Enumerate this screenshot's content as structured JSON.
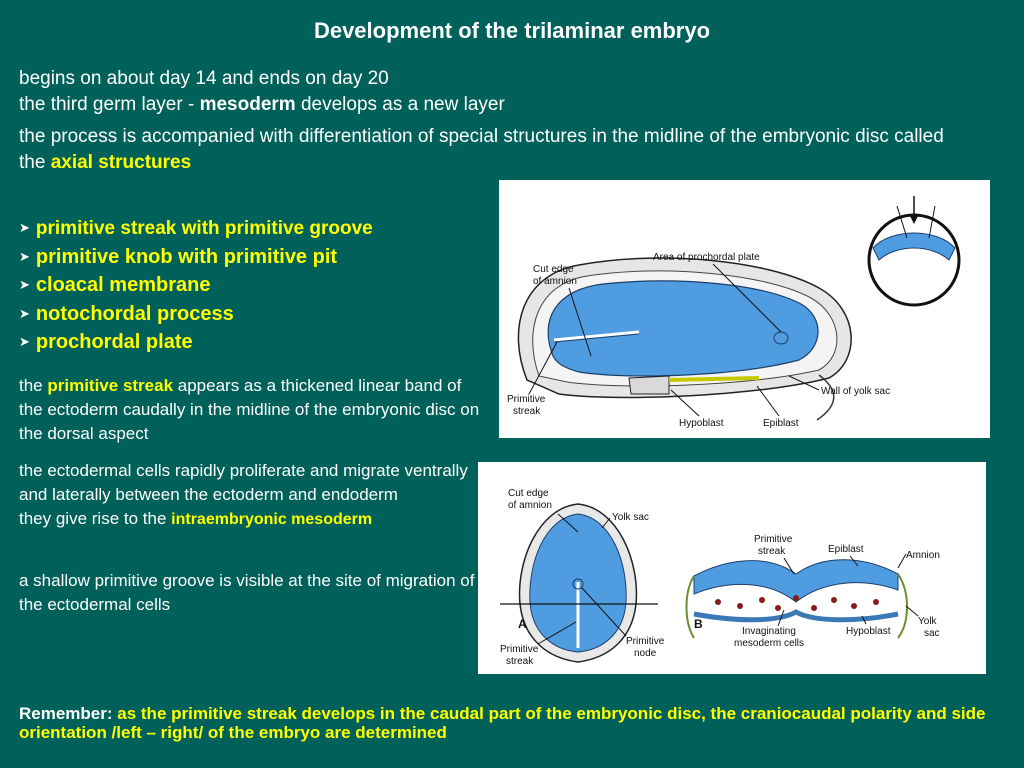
{
  "title": "Development of the trilaminar embryo",
  "intro": {
    "line1": "begins on about day 14 and ends on day 20",
    "line2_pre": "the third germ layer - ",
    "line2_bold": "mesoderm",
    "line2_post": " develops as a new layer",
    "line3_pre": "the process is accompanied with differentiation of special structures in the midline of the embryonic disc called the ",
    "line3_bold": "axial  structures"
  },
  "axial_structures": [
    "primitive streak with primitive groove",
    "primitive knob with primitive pit",
    "cloacal membrane",
    "notochordal process",
    "prochordal plate"
  ],
  "para1": {
    "pre": "the ",
    "bold": "primitive streak",
    "post": " appears as a thickened linear band of the ectoderm caudally in the midline of the embryonic disc on the dorsal aspect"
  },
  "para2": {
    "line1": "the ectodermal cells rapidly proliferate and migrate ventrally and laterally between the ectoderm and endoderm",
    "pre": "they give rise to the ",
    "bold": "intraembryonic mesoderm"
  },
  "para3": "a shallow primitive groove is visible at the site of migration of the ectodermal cells",
  "remember": {
    "label": "Remember: ",
    "text": "as the primitive streak develops in the caudal part of the embryonic disc, the craniocaudal polarity and side orientation /left – right/ of the embryo are determined"
  },
  "figure_top": {
    "labels": {
      "cut_edge_1": "Cut edge",
      "cut_edge_2": "of amnion",
      "prochordal": "Area of prochordal plate",
      "primitive_1": "Primitive",
      "primitive_2": "streak",
      "hypoblast": "Hypoblast",
      "epiblast": "Epiblast",
      "yolk_wall": "Wall of yolk sac"
    }
  },
  "figure_bottom": {
    "labels": {
      "cut_edge_1": "Cut edge",
      "cut_edge_2": "of amnion",
      "yolk_sac": "Yolk sac",
      "a": "A",
      "b": "B",
      "primitive_1": "Primitive",
      "primitive_2": "streak",
      "node_1": "Primitive",
      "node_2": "node",
      "p_streak_1": "Primitive",
      "p_streak_2": "streak",
      "epiblast": "Epiblast",
      "amnion": "Amnion",
      "invag_1": "Invaginating",
      "invag_2": "mesoderm cells",
      "hypoblast": "Hypoblast",
      "yolk_1": "Yolk",
      "yolk_2": "sac"
    }
  }
}
